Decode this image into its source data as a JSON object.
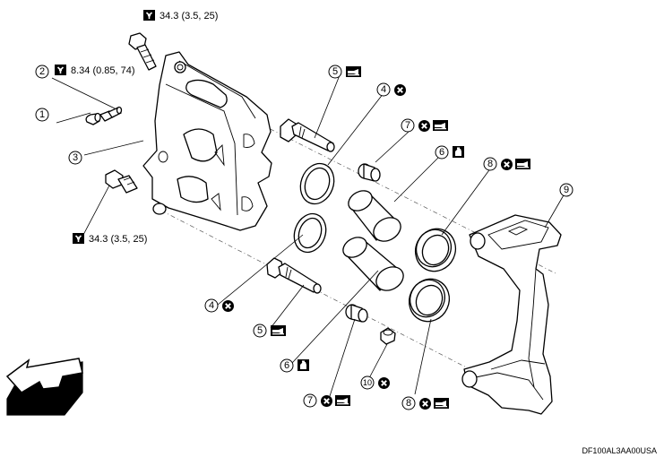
{
  "torques": {
    "top_bolt": "34.3 (3.5, 25)",
    "bleeder": "8.34 (0.85, 74)",
    "lower_bolt": "34.3 (3.5, 25)"
  },
  "callouts": {
    "c1": "1",
    "c2": "2",
    "c3": "3",
    "c4a": "4",
    "c4b": "4",
    "c5a": "5",
    "c5b": "5",
    "c6a": "6",
    "c6b": "6",
    "c7a": "7",
    "c7b": "7",
    "c8a": "8",
    "c8b": "8",
    "c9": "9",
    "c10": "10"
  },
  "reference_code": "DF100AL3AA00USA",
  "icons": [
    "torque-wrench-icon",
    "do-not-reuse-icon",
    "grease-icon",
    "brake-fluid-icon",
    "front-direction-arrow-icon"
  ]
}
